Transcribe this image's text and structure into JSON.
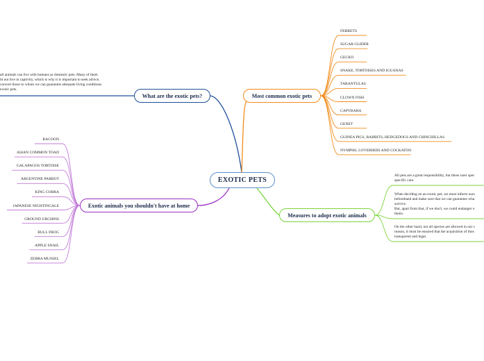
{
  "root": {
    "label": "EXOTIC PETS"
  },
  "branches": {
    "what": {
      "label": "What are the exotic pets?",
      "note_lines": [
        "all animals can live with humans as domestic pets. Many of them",
        "ld not live in captivity, which is why it is important to seek advice,",
        "convert those to whom we can guarantee adequate living conditions",
        "exotic pets."
      ]
    },
    "common": {
      "label": "Most common exotic pets",
      "items": [
        "FERRETS",
        "SUGAR GLIDER",
        "GECKO",
        "SNAKE, TORTOISES AND IGUANAS",
        "TARANTULAS",
        "CLOWN FISH",
        "CAPYBARA",
        "GENET",
        "GUINEA PIGS, RABBITS, HEDGEDOGS AND CHINCHILLAS",
        "NYMPHS, LOVEBIRDS AND COCKATOO"
      ]
    },
    "avoid": {
      "label": "Exotic animals you shouldn't have at home",
      "items": [
        "RACOON",
        "ASIAN COMMON TOAD",
        "GALAPAGOS TORTOISE",
        "ARGENTINE PARROT",
        "KING COBRA",
        "JAPANESE NIGHTINGALE",
        "GROUND URCHINS",
        "BULL FROG",
        "APPLE SNAIL",
        "ZEBRA MUSSEL"
      ]
    },
    "measures": {
      "label": "Measures to adopt exotic animals",
      "paragraphs": [
        [
          "All pets are a great responsibility, but these rarer spec",
          "specific care."
        ],
        [
          "When deciding on an exotic pet, we must inform ours",
          "beforehand and make sure that we can guarantee wha",
          "survive.",
          "But, apart from that, if we don't, we could endanger o",
          "theirs."
        ],
        [
          "On the other hand, not all species are allowed in our c",
          "reason, it must be ensured that the acquisition of thos",
          "transparent and legal."
        ]
      ]
    }
  },
  "colors": {
    "root_border": "#5b8fc7",
    "what": "#1f4f9a",
    "common": "#f08c1c",
    "avoid": "#9b2ec4",
    "measures": "#7bd43c"
  }
}
